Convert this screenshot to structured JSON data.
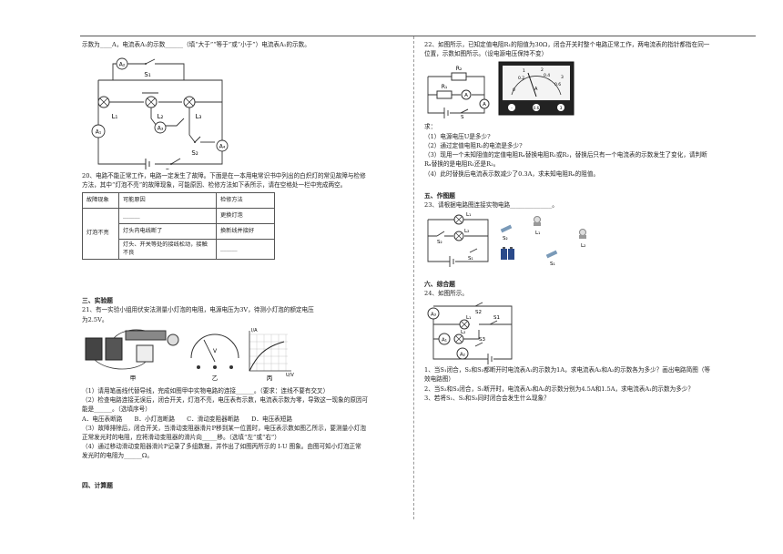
{
  "left": {
    "q19_tail": "示数为____A，电流表A₁的示数______（填“大于”“等于”或“小于”）电流表A₁的示数。",
    "q19_fig_labels": [
      "A₂",
      "S₁",
      "L₁",
      "L₂",
      "L₃",
      "A₁",
      "A₃",
      "S₂",
      "A₄",
      "S"
    ],
    "q20_line1": "20、电路不能正常工作，电路一定发生了故障。下面是在一本用电常识书中列出的白炽灯的常见故障与检修",
    "q20_line2": "方法，其中“灯泡不亮”的故障现象，可能原因、检修方法如下表所示，请在空格处一栏中完成两空。",
    "table": {
      "headers": [
        "故障现象",
        "可能原因",
        "检修方法"
      ],
      "phenomenon": "灯泡不亮",
      "rows": [
        [
          "______",
          "更换灯泡"
        ],
        [
          "灯头内电线断了",
          "换新线并接好"
        ],
        [
          "灯头、开关等处的接线松动，接触不良",
          "______"
        ]
      ]
    },
    "sec3": "三、实验题",
    "q21_line1": "21、有一实验小组用伏安法测量小灯泡的电阻，电源电压为3V，待测小灯泡的额定电压",
    "q21_line2": "为2.5V。",
    "q21_fig_labels": [
      "甲",
      "乙",
      "丙",
      "I/A",
      "U/V"
    ],
    "q21_items": [
      "（1）请用笔画线代替导线，完成如图甲中实物电路的连接______。（要求：连线不要有交叉）",
      "（2）检查电路连接无误后，闭合开关，灯泡不亮，电压表有示数，电流表示数为零，导致这一现象的原因可",
      "能是______。（选填序号）",
      "A．电压表断路　　B．小灯泡断路　　C．滑动变阻器断路　　D．电压表短路",
      "（3）故障排除后，闭合开关，当滑动变阻器滑片P移到某一位置时，电压表示数如图乙所示，要测量小灯泡",
      "正常发光时的电阻，应将滑动变阻器的滑片向_____移。（选填“左”或“右”）",
      "（4）通过移动滑动变阻器滑片P记录了多组数据，并作出了如图丙所示的 I-U 图象。由图可知小灯泡正常",
      "发光时的电阻为______Ω。"
    ],
    "sec4": "四、计算题"
  },
  "right": {
    "q22_line1": "22、如图所示，已知定值电阻R₁的阻值为30Ω，闭合开关时整个电路正常工作，两电流表的指针都指在同一",
    "q22_line2": "位置，示数如图所示。（设电源电压保持不变）",
    "q22_fig_labels": [
      "R₂",
      "R₁",
      "A",
      "A",
      "S"
    ],
    "meter_labels": [
      "0",
      "0.2",
      "0.4",
      "0.6",
      "1",
      "2",
      "3",
      "A",
      "-",
      "0.6",
      "3"
    ],
    "q22_ask": "求：",
    "q22_items": [
      "（1）电源电压U是多少?",
      "（2）通过定值电阻R₂的电流是多少?",
      "（3）现用一个未知阻值的定值电阻Rₓ替换电阻R₁或R₂，替换后只有一个电流表的示数发生了变化，请判断",
      "Rₓ替换的是电阻R₁还是R₂。",
      "（4）此时替换后电流表示数减少了0.3A，求未知电阻Rₓ的阻值。"
    ],
    "sec5": "五、作图题",
    "q23": "23、请根据电路图连接实物电路______________。",
    "q23_fig_labels": [
      "L₁",
      "S₂",
      "L₂",
      "S₁",
      "S₂",
      "L₁",
      "L₂",
      "S₁"
    ],
    "sec6": "六、综合题",
    "q24": "24、如图所示。",
    "q24_fig_labels": [
      "A₃",
      "S2",
      "L₁",
      "S1",
      "A₁",
      "L₂",
      "S3",
      "A₂"
    ],
    "q24_items": [
      "1、当S₁闭合，S₂和S₃都断开时电流表A₁的示数为1A，求电流表A₂和A₃的示数各为多少？画出电路简图（等",
      "效电路图）",
      "2、当S₂和S₃闭合，S₁断开时，电流表A₃和A₂的示数分别为4.5A和1.5A，求电流表A₁的示数为多少？",
      "3、若将S₁、S₂和S₃同时闭合会发生什么现象？"
    ]
  }
}
